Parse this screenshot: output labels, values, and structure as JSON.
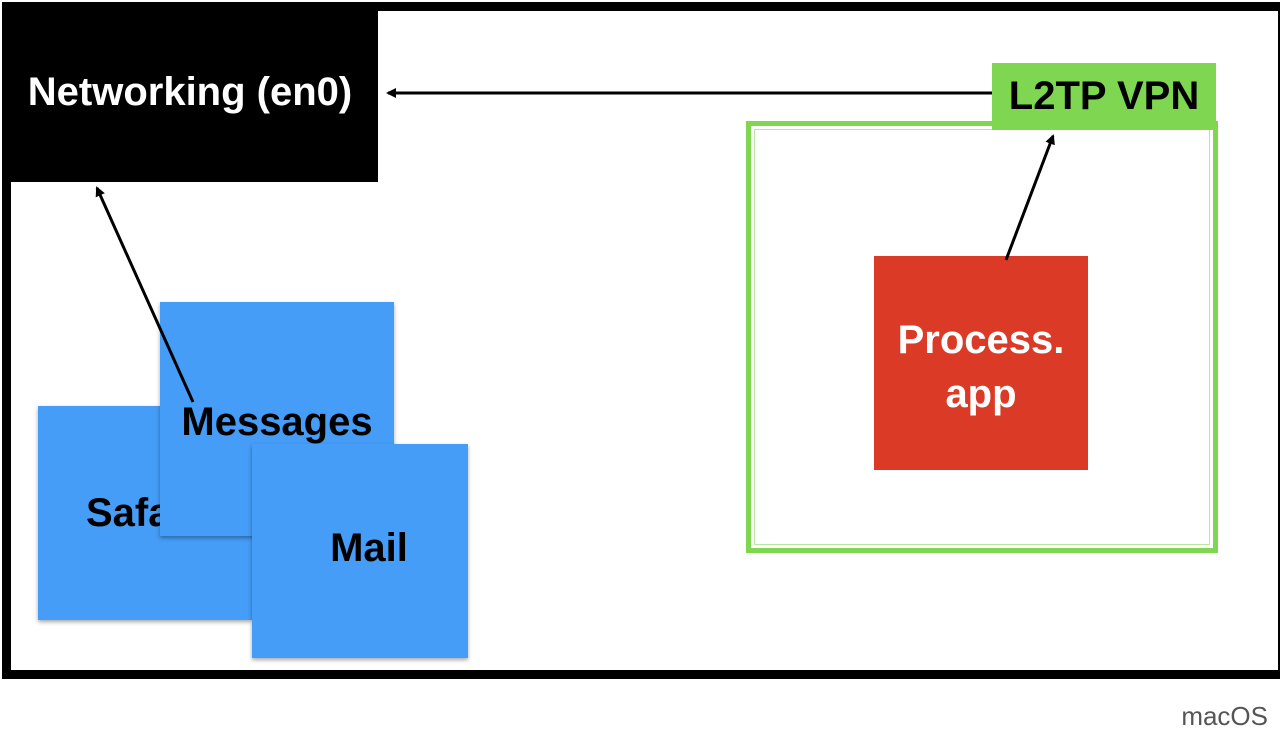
{
  "nodes": {
    "networking": {
      "label": "Networking (en0)"
    },
    "vpn": {
      "label": "L2TP VPN"
    },
    "process": {
      "label_line1": "Process.",
      "label_line2": "app"
    },
    "safari": {
      "label": "Safari"
    },
    "messages": {
      "label": "Messages"
    },
    "mail": {
      "label": "Mail"
    }
  },
  "edges": [
    {
      "from": "vpn",
      "to": "networking"
    },
    {
      "from": "process",
      "to": "vpn"
    },
    {
      "from": "messages",
      "to": "networking"
    }
  ],
  "footer": {
    "os_label": "macOS"
  },
  "colors": {
    "networking_bg": "#000000",
    "vpn_bg": "#7ed651",
    "sandbox_border": "#7ed651",
    "process_bg": "#db3b26",
    "app_bg": "#459df7"
  }
}
